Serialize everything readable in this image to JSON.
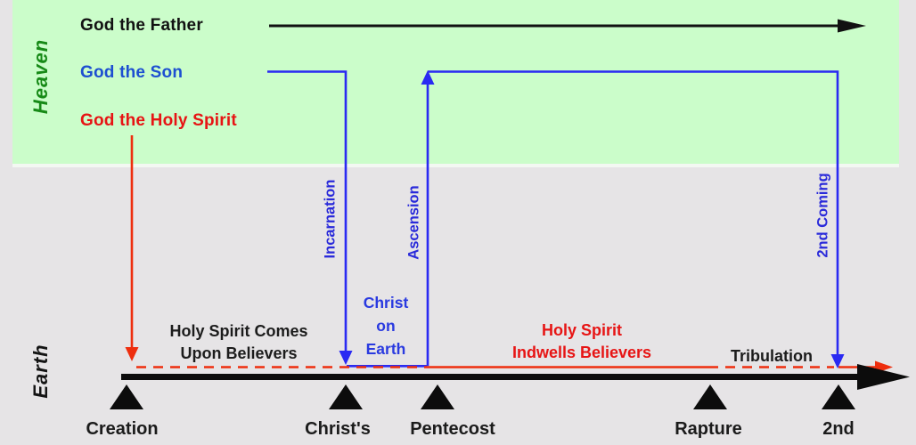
{
  "regions": {
    "heaven_label": "Heaven",
    "earth_label": "Earth"
  },
  "heaven": {
    "father_label": "God the Father",
    "son_label": "God the Son",
    "spirit_label": "God the Holy Spirit"
  },
  "events": {
    "incarnation_label": "Incarnation",
    "ascension_label": "Ascension",
    "second_coming_label": "2nd Coming"
  },
  "annotations": {
    "christ_on_earth_line1": "Christ",
    "christ_on_earth_line2": "on",
    "christ_on_earth_line3": "Earth",
    "spirit_upon_line1": "Holy Spirit Comes",
    "spirit_upon_line2": "Upon Believers",
    "spirit_indwells_line1": "Holy Spirit",
    "spirit_indwells_line2": "Indwells Believers",
    "tribulation_label": "Tribulation"
  },
  "timeline": {
    "markers": [
      {
        "label": "Creation"
      },
      {
        "label": "Christ's"
      },
      {
        "label": "Pentecost"
      },
      {
        "label": "Rapture"
      },
      {
        "label": "2nd"
      }
    ]
  },
  "colors": {
    "heaven_band": "#cbfdca",
    "background": "#e6e4e6",
    "father_line": "#111111",
    "son_line": "#2a2af2",
    "spirit_line": "#ee2e0e",
    "heaven_label_green": "#178a17"
  }
}
